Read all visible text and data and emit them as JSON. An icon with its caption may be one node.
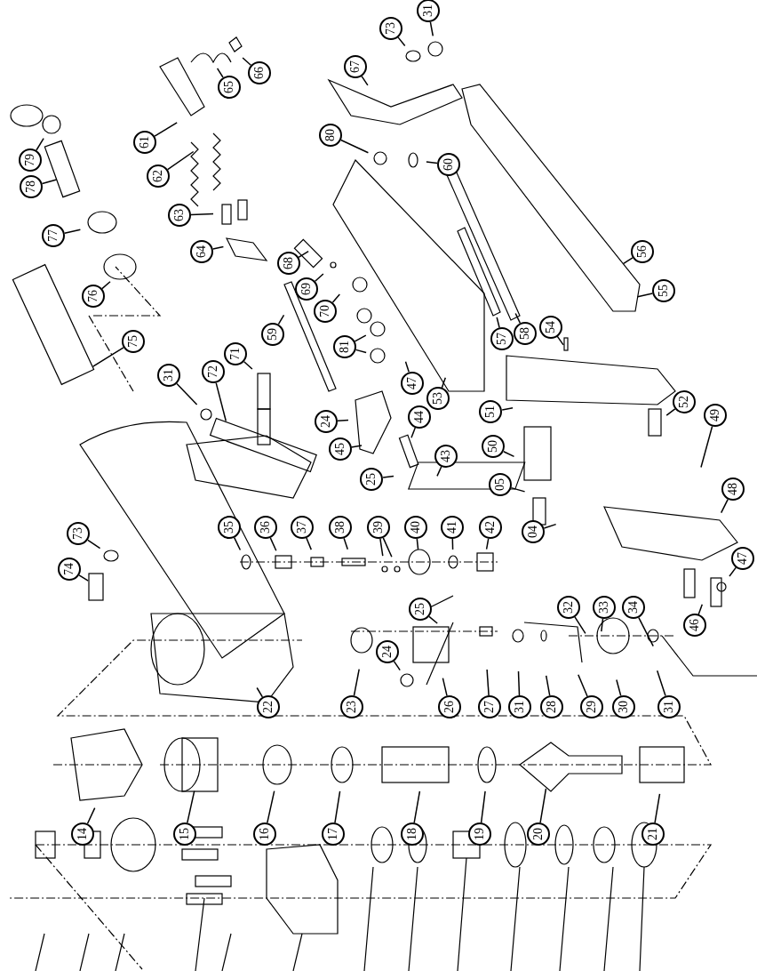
{
  "diagram": {
    "nodes": [
      {
        "text": [
          "31"
        ]
      },
      {
        "text": [
          "73"
        ]
      },
      {
        "text": [
          "67"
        ]
      },
      {
        "text": [
          "66"
        ]
      },
      {
        "text": [
          "65"
        ]
      },
      {
        "text": [
          "79"
        ]
      },
      {
        "text": [
          "61"
        ]
      },
      {
        "text": [
          "80"
        ]
      },
      {
        "text": [
          "60"
        ]
      },
      {
        "text": [
          "78"
        ]
      },
      {
        "text": [
          "62"
        ]
      },
      {
        "text": [
          "63"
        ]
      },
      {
        "text": [
          "77"
        ]
      },
      {
        "text": [
          "64"
        ]
      },
      {
        "text": [
          "68"
        ]
      },
      {
        "text": [
          "56"
        ]
      },
      {
        "text": [
          "69"
        ]
      },
      {
        "text": [
          "59"
        ]
      },
      {
        "text": [
          "70"
        ]
      },
      {
        "text": [
          "55"
        ]
      },
      {
        "text": [
          "76"
        ]
      },
      {
        "text": [
          "75"
        ]
      },
      {
        "text": [
          "58"
        ]
      },
      {
        "text": [
          "57"
        ]
      },
      {
        "text": [
          "54"
        ]
      },
      {
        "text": [
          "81"
        ]
      },
      {
        "text": [
          "71"
        ]
      },
      {
        "text": [
          "47"
        ]
      },
      {
        "text": [
          "72"
        ]
      },
      {
        "text": [
          "31"
        ]
      },
      {
        "text": [
          "53"
        ]
      },
      {
        "text": [
          "51"
        ]
      },
      {
        "text": [
          "52"
        ]
      },
      {
        "text": [
          "24"
        ]
      },
      {
        "text": [
          "44"
        ]
      },
      {
        "text": [
          "49"
        ]
      },
      {
        "text": [
          "45"
        ]
      },
      {
        "text": [
          "50"
        ]
      },
      {
        "text": [
          "25"
        ]
      },
      {
        "text": [
          "43"
        ]
      },
      {
        "text": [
          "05"
        ]
      },
      {
        "text": [
          "48"
        ]
      },
      {
        "text": [
          "35"
        ]
      },
      {
        "text": [
          "36"
        ]
      },
      {
        "text": [
          "37"
        ]
      },
      {
        "text": [
          "38"
        ]
      },
      {
        "text": [
          "39"
        ]
      },
      {
        "text": [
          "40"
        ]
      },
      {
        "text": [
          "41"
        ]
      },
      {
        "text": [
          "42"
        ]
      },
      {
        "text": [
          "04"
        ]
      },
      {
        "text": [
          "73"
        ]
      },
      {
        "text": [
          "74"
        ]
      },
      {
        "text": [
          "47"
        ]
      },
      {
        "text": [
          "46"
        ]
      },
      {
        "text": [
          "25"
        ]
      },
      {
        "text": [
          "32"
        ]
      },
      {
        "text": [
          "33"
        ]
      },
      {
        "text": [
          "34"
        ]
      },
      {
        "text": [
          "24"
        ]
      },
      {
        "text": [
          "22"
        ]
      },
      {
        "text": [
          "23"
        ]
      },
      {
        "text": [
          "26"
        ]
      },
      {
        "text": [
          "27"
        ]
      },
      {
        "text": [
          "31"
        ]
      },
      {
        "text": [
          "28"
        ]
      },
      {
        "text": [
          "29"
        ]
      },
      {
        "text": [
          "30"
        ]
      },
      {
        "text": [
          "31"
        ]
      },
      {
        "text": [
          "14"
        ]
      },
      {
        "text": [
          "15"
        ]
      },
      {
        "text": [
          "16"
        ]
      },
      {
        "text": [
          "17"
        ]
      },
      {
        "text": [
          "18"
        ]
      },
      {
        "text": [
          "19"
        ]
      },
      {
        "text": [
          "20"
        ]
      },
      {
        "text": [
          "21"
        ]
      }
    ],
    "edges": [
      {
        "from": 0,
        "to": null,
        "arrow": "none"
      },
      {
        "from": 1,
        "to": null,
        "arrow": "none"
      },
      {
        "from": 2,
        "to": null,
        "arrow": "none"
      },
      {
        "from": 3,
        "to": null,
        "arrow": "none"
      },
      {
        "from": 4,
        "to": null,
        "arrow": "none"
      },
      {
        "from": 5,
        "to": null,
        "arrow": "none"
      },
      {
        "from": 6,
        "to": null,
        "arrow": "none"
      },
      {
        "from": 7,
        "to": null,
        "arrow": "none"
      },
      {
        "from": 8,
        "to": null,
        "arrow": "none"
      },
      {
        "from": 9,
        "to": null,
        "arrow": "none"
      },
      {
        "from": 10,
        "to": null,
        "arrow": "none"
      },
      {
        "from": 11,
        "to": null,
        "arrow": "none"
      },
      {
        "from": 12,
        "to": null,
        "arrow": "none"
      },
      {
        "from": 13,
        "to": null,
        "arrow": "none"
      },
      {
        "from": 14,
        "to": null,
        "arrow": "none"
      },
      {
        "from": 15,
        "to": null,
        "arrow": "none"
      },
      {
        "from": 16,
        "to": null,
        "arrow": "none"
      },
      {
        "from": 17,
        "to": null,
        "arrow": "none"
      },
      {
        "from": 18,
        "to": null,
        "arrow": "none"
      },
      {
        "from": 19,
        "to": null,
        "arrow": "none"
      },
      {
        "from": 20,
        "to": null,
        "arrow": "none"
      },
      {
        "from": 21,
        "to": null,
        "arrow": "none"
      },
      {
        "from": 22,
        "to": null,
        "arrow": "none"
      },
      {
        "from": 23,
        "to": null,
        "arrow": "none"
      },
      {
        "from": 24,
        "to": null,
        "arrow": "none"
      },
      {
        "from": 25,
        "to": null,
        "arrow": "none"
      },
      {
        "from": 25,
        "to": null,
        "arrow": "none"
      },
      {
        "from": 26,
        "to": null,
        "arrow": "none"
      },
      {
        "from": 27,
        "to": null,
        "arrow": "none"
      },
      {
        "from": 28,
        "to": null,
        "arrow": "none"
      },
      {
        "from": 29,
        "to": null,
        "arrow": "none"
      },
      {
        "from": 30,
        "to": null,
        "arrow": "none"
      },
      {
        "from": 31,
        "to": null,
        "arrow": "none"
      },
      {
        "from": 32,
        "to": null,
        "arrow": "none"
      },
      {
        "from": 33,
        "to": null,
        "arrow": "none"
      },
      {
        "from": 34,
        "to": null,
        "arrow": "none"
      },
      {
        "from": 35,
        "to": null,
        "arrow": "none"
      },
      {
        "from": 36,
        "to": null,
        "arrow": "none"
      },
      {
        "from": 37,
        "to": null,
        "arrow": "none"
      },
      {
        "from": 38,
        "to": null,
        "arrow": "none"
      },
      {
        "from": 39,
        "to": null,
        "arrow": "none"
      },
      {
        "from": 40,
        "to": null,
        "arrow": "none"
      },
      {
        "from": 41,
        "to": null,
        "arrow": "none"
      },
      {
        "from": 42,
        "to": null,
        "arrow": "none"
      },
      {
        "from": 43,
        "to": null,
        "arrow": "none"
      },
      {
        "from": 44,
        "to": null,
        "arrow": "none"
      },
      {
        "from": 45,
        "to": null,
        "arrow": "none"
      },
      {
        "from": 46,
        "to": null,
        "arrow": "none"
      },
      {
        "from": 46,
        "to": null,
        "arrow": "none"
      },
      {
        "from": 47,
        "to": null,
        "arrow": "none"
      },
      {
        "from": 48,
        "to": null,
        "arrow": "none"
      },
      {
        "from": 49,
        "to": null,
        "arrow": "none"
      },
      {
        "from": 50,
        "to": null,
        "arrow": "none"
      },
      {
        "from": 51,
        "to": null,
        "arrow": "none"
      },
      {
        "from": 52,
        "to": null,
        "arrow": "none"
      },
      {
        "from": 53,
        "to": null,
        "arrow": "none"
      },
      {
        "from": 54,
        "to": null,
        "arrow": "none"
      },
      {
        "from": 55,
        "to": null,
        "arrow": "none"
      },
      {
        "from": 56,
        "to": null,
        "arrow": "none"
      },
      {
        "from": 57,
        "to": null,
        "arrow": "none"
      },
      {
        "from": 58,
        "to": null,
        "arrow": "none"
      },
      {
        "from": 59,
        "to": null,
        "arrow": "none"
      },
      {
        "from": 60,
        "to": null,
        "arrow": "none"
      },
      {
        "from": 61,
        "to": null,
        "arrow": "none"
      },
      {
        "from": 62,
        "to": null,
        "arrow": "none"
      },
      {
        "from": 63,
        "to": null,
        "arrow": "none"
      },
      {
        "from": 64,
        "to": null,
        "arrow": "none"
      },
      {
        "from": 65,
        "to": null,
        "arrow": "none"
      },
      {
        "from": 66,
        "to": null,
        "arrow": "none"
      },
      {
        "from": 67,
        "to": null,
        "arrow": "none"
      },
      {
        "from": 68,
        "to": null,
        "arrow": "none"
      },
      {
        "from": 69,
        "to": null,
        "arrow": "none"
      },
      {
        "from": 70,
        "to": null,
        "arrow": "none"
      },
      {
        "from": 71,
        "to": null,
        "arrow": "none"
      },
      {
        "from": 72,
        "to": null,
        "arrow": "none"
      },
      {
        "from": 73,
        "to": null,
        "arrow": "none"
      },
      {
        "from": 74,
        "to": null,
        "arrow": "none"
      },
      {
        "from": 75,
        "to": null,
        "arrow": "none"
      },
      {
        "from": 76,
        "to": null,
        "arrow": "none"
      }
    ]
  }
}
